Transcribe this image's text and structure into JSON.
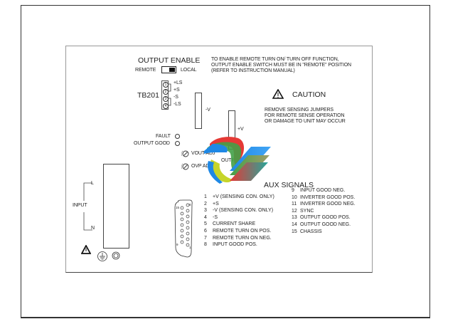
{
  "output_enable": {
    "title": "OUTPUT ENABLE",
    "remote_label": "REMOTE",
    "local_label": "LOCAL",
    "switch_position": "LOCAL",
    "instructions": [
      "TO ENABLE REMOTE TURN ON/ TURN OFF FUNCTION,",
      "OUTPUT ENABLE SWITCH MUST BE IN \"REMOTE\" POSITION",
      "(REFER TO INSTRUCTION MANUAL)"
    ]
  },
  "terminal_block": {
    "label": "TB201",
    "pins": [
      {
        "num": "1",
        "label": "+LS"
      },
      {
        "num": "2",
        "label": "+S"
      },
      {
        "num": "3",
        "label": "-S"
      },
      {
        "num": "4",
        "label": "-LS"
      }
    ]
  },
  "caution": {
    "title": "CAUTION",
    "lines": [
      "REMOVE SENSING JUMPERS",
      "FOR REMOTE SENSE OPERATION",
      "OR DAMAGE TO UNIT MAY OCCUR"
    ]
  },
  "output_terminals": {
    "negative_label": "-V",
    "positive_label": "+V",
    "output_label": "OUTPUT"
  },
  "indicators": {
    "fault_label": "FAULT",
    "output_good_label": "OUTPUT GOOD"
  },
  "adjustments": {
    "vout_label": "VOUT ADJ",
    "ovp_label": "OVP ADJ"
  },
  "input": {
    "label": "INPUT",
    "line_label": "L",
    "neutral_label": "N"
  },
  "connector": {
    "pin_top_left": "15",
    "pin_top_right": "8",
    "pin_bottom_left": "9",
    "pin_bottom_right": "1"
  },
  "aux_signals": {
    "title": "AUX SIGNALS",
    "left": [
      {
        "num": "1",
        "label": "+V (SENSING CON. ONLY)"
      },
      {
        "num": "2",
        "label": "+S"
      },
      {
        "num": "3",
        "label": "-V (SENSING CON. ONLY)"
      },
      {
        "num": "4",
        "label": "-S"
      },
      {
        "num": "5",
        "label": "CURRENT SHARE"
      },
      {
        "num": "6",
        "label": "REMOTE TURN ON POS."
      },
      {
        "num": "7",
        "label": "REMOTE TURN ON NEG."
      },
      {
        "num": "8",
        "label": "INPUT GOOD POS."
      }
    ],
    "right": [
      {
        "num": "9",
        "label": "INPUT GOOD NEG."
      },
      {
        "num": "10",
        "label": "INVERTER GOOD POS."
      },
      {
        "num": "11",
        "label": "INVERTER GOOD NEG."
      },
      {
        "num": "12",
        "label": "SYNC"
      },
      {
        "num": "13",
        "label": "OUTPUT GOOD POS."
      },
      {
        "num": "14",
        "label": "OUTPUT GOOD NEG."
      },
      {
        "num": "15",
        "label": "CHASSIS"
      }
    ]
  },
  "colors": {
    "logo_blue": "#1e88e5",
    "logo_green": "#43a047",
    "logo_red": "#e53935",
    "logo_yellow": "#c6d52a"
  }
}
